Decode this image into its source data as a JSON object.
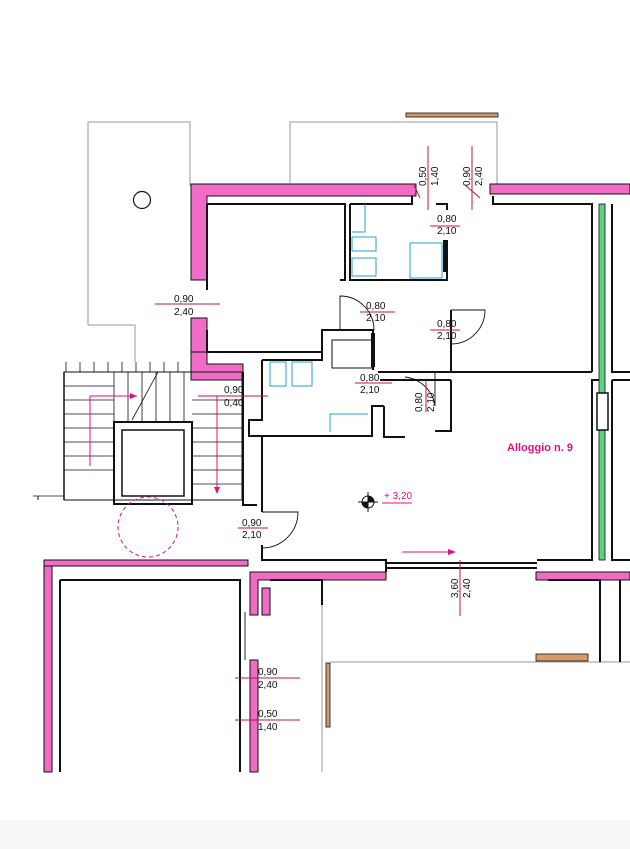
{
  "labels": {
    "unit_name": "Alloggio n. 9",
    "level": "+ 3,20"
  },
  "openings": [
    {
      "id": "w-top-1",
      "width": "0,50",
      "height": "1,40"
    },
    {
      "id": "w-top-2",
      "width": "0,90",
      "height": "2,40"
    },
    {
      "id": "d-bedroom",
      "width": "0,80",
      "height": "2,10"
    },
    {
      "id": "w-left",
      "width": "0,90",
      "height": "2,40"
    },
    {
      "id": "d-bath-top",
      "width": "0,80",
      "height": "2,10"
    },
    {
      "id": "d-right",
      "width": "0,80",
      "height": "2,10"
    },
    {
      "id": "w-stair",
      "width": "0,90",
      "height": "0,40"
    },
    {
      "id": "d-bath-bottom",
      "width": "0,80",
      "height": "2,10"
    },
    {
      "id": "d-vertical",
      "width": "0,80",
      "height": "2,10"
    },
    {
      "id": "d-entrance",
      "width": "0,90",
      "height": "2,10"
    },
    {
      "id": "w-balcony",
      "width": "3,60",
      "height": "2,40"
    },
    {
      "id": "w-lower-1",
      "width": "0,90",
      "height": "2,40"
    },
    {
      "id": "w-lower-2",
      "width": "0,50",
      "height": "1,40"
    }
  ],
  "colors": {
    "wall_fill": "#f06cc6",
    "annotation": "#e0107a",
    "fixture": "#2a9fd6",
    "stud": "#5fd07f",
    "wood": "#d89a6a"
  }
}
